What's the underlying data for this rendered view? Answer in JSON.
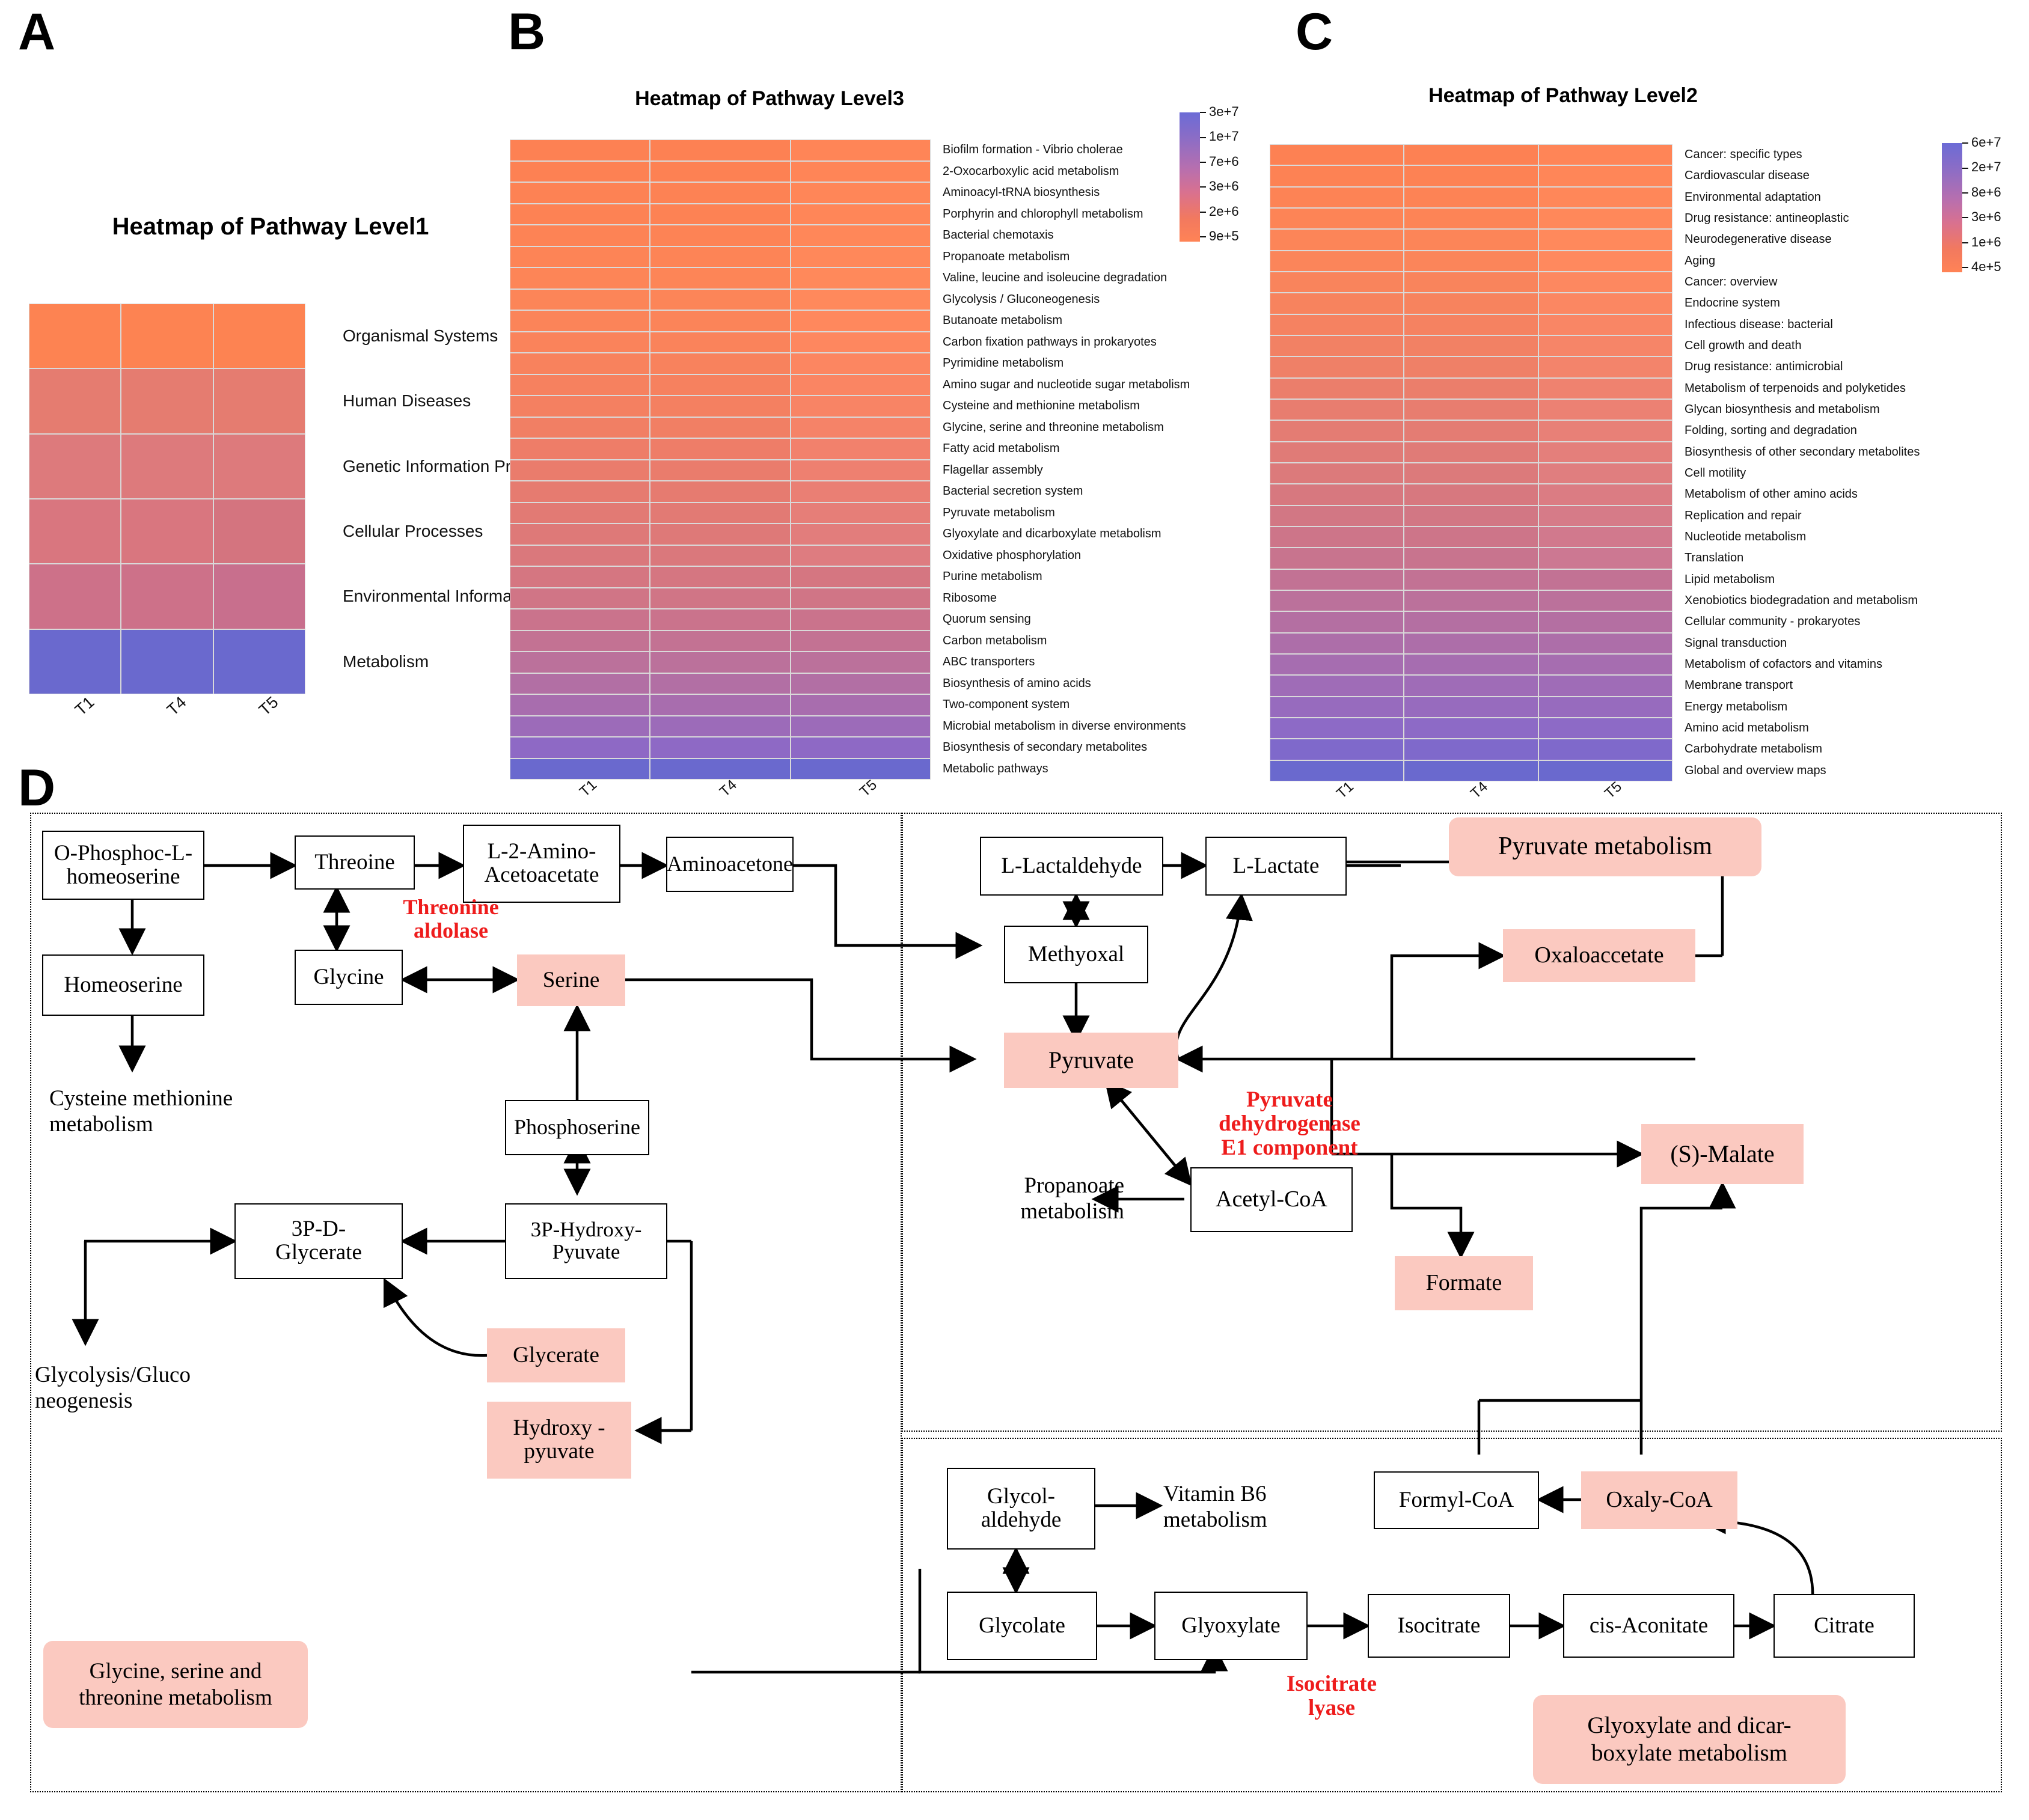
{
  "panels": {
    "a": "A",
    "b": "B",
    "c": "C",
    "d": "D"
  },
  "panel_a": {
    "title": "Heatmap of Pathway Level1",
    "columns": [
      "T1",
      "T4",
      "T5"
    ],
    "rows": [
      "Organismal Systems",
      "Human Diseases",
      "Genetic Information Pro",
      "Cellular Processes",
      "Environmental Informat",
      "Metabolism"
    ]
  },
  "panel_b": {
    "title": "Heatmap of Pathway Level3",
    "columns": [
      "T1",
      "T4",
      "T5"
    ],
    "legend_ticks": [
      "3e+7",
      "1e+7",
      "7e+6",
      "3e+6",
      "2e+6",
      "9e+5"
    ],
    "rows": [
      "Biofilm formation - Vibrio cholerae",
      "2-Oxocarboxylic acid metabolism",
      "Aminoacyl-tRNA biosynthesis",
      "Porphyrin and chlorophyll metabolism",
      "Bacterial chemotaxis",
      "Propanoate metabolism",
      "Valine, leucine and isoleucine degradation",
      "Glycolysis / Gluconeogenesis",
      "Butanoate metabolism",
      "Carbon fixation pathways in prokaryotes",
      "Pyrimidine metabolism",
      "Amino sugar and nucleotide sugar metabolism",
      "Cysteine and methionine metabolism",
      "Glycine, serine and threonine metabolism",
      "Fatty acid metabolism",
      "Flagellar assembly",
      "Bacterial secretion system",
      "Pyruvate metabolism",
      "Glyoxylate and dicarboxylate metabolism",
      "Oxidative phosphorylation",
      "Purine metabolism",
      "Ribosome",
      "Quorum sensing",
      "Carbon metabolism",
      "ABC transporters",
      "Biosynthesis of amino acids",
      "Two-component system",
      "Microbial metabolism in diverse environments",
      "Biosynthesis of secondary metabolites",
      "Metabolic pathways"
    ]
  },
  "panel_c": {
    "title": "Heatmap of Pathway Level2",
    "columns": [
      "T1",
      "T4",
      "T5"
    ],
    "legend_ticks": [
      "6e+7",
      "2e+7",
      "8e+6",
      "3e+6",
      "1e+6",
      "4e+5"
    ],
    "rows": [
      "Cancer: specific types",
      "Cardiovascular disease",
      "Environmental adaptation",
      "Drug resistance: antineoplastic",
      "Neurodegenerative disease",
      "Aging",
      "Cancer: overview",
      "Endocrine system",
      "Infectious disease: bacterial",
      "Cell growth and death",
      "Drug resistance: antimicrobial",
      "Metabolism of terpenoids and polyketides",
      "Glycan biosynthesis and metabolism",
      "Folding, sorting and degradation",
      "Biosynthesis of other secondary metabolites",
      "Cell motility",
      "Metabolism of other amino acids",
      "Replication and repair",
      "Nucleotide metabolism",
      "Translation",
      "Lipid metabolism",
      "Xenobiotics biodegradation and metabolism",
      "Cellular community - prokaryotes",
      "Signal transduction",
      "Metabolism of cofactors and vitamins",
      "Membrane transport",
      "Energy metabolism",
      "Amino acid metabolism",
      "Carbohydrate metabolism",
      "Global and overview maps"
    ]
  },
  "panel_d": {
    "nodes": {
      "o_phospho": "O-Phosphoc-L-\nhomeoserine",
      "homeoserine": "Homeoserine",
      "threoine": "Threoine",
      "l2amino": "L-2-Amino-\nAcetoacetate",
      "aminoacetone": "Aminoacetone",
      "glycine": "Glycine",
      "serine": "Serine",
      "phosphoserine": "Phosphoserine",
      "p3d_glycerate": "3P-D-\nGlycerate",
      "p3_hydroxy": "3P-Hydroxy-\nPyuvate",
      "glycerate": "Glycerate",
      "hydroxy_pyuvate": "Hydroxy -\npyuvate",
      "l_lactaldehyde": "L-Lactaldehyde",
      "l_lactate": "L-Lactate",
      "methyoxal": "Methyoxal",
      "pyruvate": "Pyruvate",
      "oxaloaccetate": "Oxaloaccetate",
      "s_malate": "(S)-Malate",
      "formate": "Formate",
      "acetyl_coa": "Acetyl-CoA",
      "glycol_aldehyde": "Glycol-\naldehyde",
      "glycolate": "Glycolate",
      "glyoxylate": "Glyoxylate",
      "isocitrate": "Isocitrate",
      "cis_aconitate": "cis-Aconitate",
      "citrate": "Citrate",
      "formyl_coa": "Formyl-CoA",
      "oxaly_coa": "Oxaly-CoA"
    },
    "plain_labels": {
      "cysteine_met": "Cysteine methionine\nmetabolism",
      "glycolysis": "Glycolysis/Gluco\nneogenesis",
      "propanoate": "Propanoate\nmetabolism",
      "vitamin_b6": "Vitamin B6\nmetabolism"
    },
    "enzymes": {
      "threonine_aldolase": "Threonine\naldolase",
      "pdh": "Pyruvate\ndehydrogenase\nE1 component",
      "isocitrate_lyase": "Isocitrate\nlyase"
    },
    "tags": {
      "pyruvate_metabolism": "Pyruvate metabolism",
      "glycine_serine": "Glycine, serine and\nthreonine metabolism",
      "glyoxylate_dicarboxylate": "Glyoxylate and dicar-\nboxylate metabolism"
    }
  },
  "chart_data": [
    {
      "type": "heatmap",
      "title": "Heatmap of Pathway Level1",
      "xlabel": "",
      "ylabel": "",
      "x": [
        "T1",
        "T4",
        "T5"
      ],
      "y": [
        "Organismal Systems",
        "Human Diseases",
        "Genetic Information Pro",
        "Cellular Processes",
        "Environmental Informat",
        "Metabolism"
      ],
      "colors": [
        [
          "#fd8352",
          "#fd8352",
          "#fd8352"
        ],
        [
          "#e57c70",
          "#e57c70",
          "#e57c70"
        ],
        [
          "#dd7a7c",
          "#dd7a7c",
          "#dd7a7c"
        ],
        [
          "#d9767f",
          "#d9767f",
          "#d4747f"
        ],
        [
          "#cd7189",
          "#cd7189",
          "#c86f8d"
        ],
        [
          "#6a69ce",
          "#6a69ce",
          "#6a69ce"
        ]
      ],
      "legend": "continuous color scale, orange (low) to blue-violet (high)"
    },
    {
      "type": "heatmap",
      "title": "Heatmap of Pathway Level3",
      "xlabel": "",
      "ylabel": "",
      "x": [
        "T1",
        "T4",
        "T5"
      ],
      "y": [
        "Biofilm formation - Vibrio cholerae",
        "2-Oxocarboxylic acid metabolism",
        "Aminoacyl-tRNA biosynthesis",
        "Porphyrin and chlorophyll metabolism",
        "Bacterial chemotaxis",
        "Propanoate metabolism",
        "Valine, leucine and isoleucine degradation",
        "Glycolysis / Gluconeogenesis",
        "Butanoate metabolism",
        "Carbon fixation pathways in prokaryotes",
        "Pyrimidine metabolism",
        "Amino sugar and nucleotide sugar metabolism",
        "Cysteine and methionine metabolism",
        "Glycine, serine and threonine metabolism",
        "Fatty acid metabolism",
        "Flagellar assembly",
        "Bacterial secretion system",
        "Pyruvate metabolism",
        "Glyoxylate and dicarboxylate metabolism",
        "Oxidative phosphorylation",
        "Purine metabolism",
        "Ribosome",
        "Quorum sensing",
        "Carbon metabolism",
        "ABC transporters",
        "Biosynthesis of amino acids",
        "Two-component system",
        "Microbial metabolism in diverse environments",
        "Biosynthesis of secondary metabolites",
        "Metabolic pathways"
      ],
      "colorbar_ticks": [
        "3e+7",
        "1e+7",
        "7e+6",
        "3e+6",
        "2e+6",
        "9e+5"
      ],
      "colorbar_range": [
        900000,
        30000000
      ],
      "row_colors": [
        "#fd8153",
        "#fd8153",
        "#fd8254",
        "#fd8254",
        "#fd8355",
        "#fd8456",
        "#fd8557",
        "#fc8558",
        "#fb8459",
        "#fa835b",
        "#f8825d",
        "#f6815f",
        "#f48061",
        "#f17f64",
        "#ee7d68",
        "#ea7c6c",
        "#e67b70",
        "#e27a74",
        "#de7978",
        "#da787c",
        "#d57681",
        "#d07586",
        "#ca738c",
        "#c37293",
        "#bb719b",
        "#b26fa4",
        "#a86dae",
        "#9c6bb9",
        "#8e69c5",
        "#6a69ce"
      ],
      "note": "Values increase monotonically down rows; last row Metabolic pathways is maximum."
    },
    {
      "type": "heatmap",
      "title": "Heatmap of Pathway Level2",
      "xlabel": "",
      "ylabel": "",
      "x": [
        "T1",
        "T4",
        "T5"
      ],
      "y": [
        "Cancer: specific types",
        "Cardiovascular disease",
        "Environmental adaptation",
        "Drug resistance: antineoplastic",
        "Neurodegenerative disease",
        "Aging",
        "Cancer: overview",
        "Endocrine system",
        "Infectious disease: bacterial",
        "Cell growth and death",
        "Drug resistance: antimicrobial",
        "Metabolism of terpenoids and polyketides",
        "Glycan biosynthesis and metabolism",
        "Folding, sorting and degradation",
        "Biosynthesis of other secondary metabolites",
        "Cell motility",
        "Metabolism of other amino acids",
        "Replication and repair",
        "Nucleotide metabolism",
        "Translation",
        "Lipid metabolism",
        "Xenobiotics biodegradation and metabolism",
        "Cellular community - prokaryotes",
        "Signal transduction",
        "Metabolism of cofactors and vitamins",
        "Membrane transport",
        "Energy metabolism",
        "Amino acid metabolism",
        "Carbohydrate metabolism",
        "Global and overview maps"
      ],
      "colorbar_ticks": [
        "6e+7",
        "2e+7",
        "8e+6",
        "3e+6",
        "1e+6",
        "4e+5"
      ],
      "colorbar_range": [
        400000,
        60000000
      ],
      "row_colors": [
        "#fd8153",
        "#fd8254",
        "#fd8355",
        "#fd8456",
        "#fc8558",
        "#fb855a",
        "#f9845c",
        "#f7835e",
        "#f58261",
        "#f28164",
        "#ef8067",
        "#eb7e6b",
        "#e87d6f",
        "#e47c73",
        "#e07b77",
        "#dc7a7b",
        "#d7787f",
        "#d27784",
        "#cd7589",
        "#c8748e",
        "#c27294",
        "#bb719b",
        "#b46fa2",
        "#ad6ea9",
        "#a66db0",
        "#9f6cb7",
        "#976bbe",
        "#8d6ac6",
        "#7f69cb",
        "#6a69ce"
      ],
      "note": "Values increase monotonically down rows; last row Global and overview maps is maximum."
    }
  ]
}
